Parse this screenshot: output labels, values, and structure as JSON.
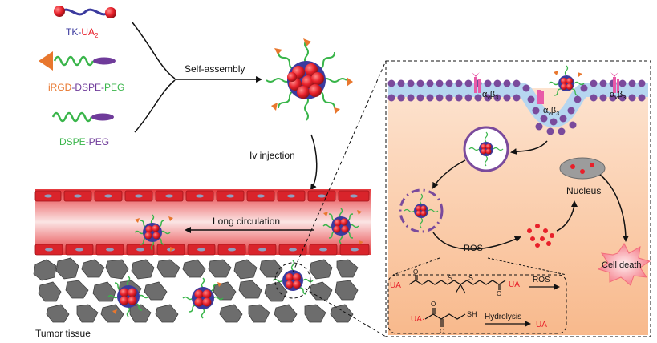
{
  "components": {
    "tk_ua2": {
      "prefix": "TK-",
      "main": "UA",
      "sub": "2"
    },
    "irgd_dspe_peg": {
      "part1": "iRGD",
      "part2": "-DSPE-",
      "part3": "PEG"
    },
    "dspe_peg": {
      "part1": "DSPE",
      "part2": "-PEG"
    }
  },
  "labels": {
    "self_assembly": "Self-assembly",
    "iv_injection": "Iv injection",
    "long_circulation": "Long circulation",
    "tumor_tissue": "Tumor tissue",
    "nucleus": "Nucleus",
    "ros": "ROS",
    "cell_death": "Cell death",
    "integrin": {
      "alpha": "α",
      "alpha_sub": "v",
      "beta": "β",
      "beta_sub": "3"
    }
  },
  "reaction": {
    "ua": "UA",
    "ua_dot": "UA·",
    "s": "S",
    "sh": "SH",
    "o": "O",
    "ros": "ROS",
    "hydrolysis": "Hydrolysis"
  },
  "colors": {
    "ua_red": "#e8202a",
    "tk_blue": "#3b3a9e",
    "irgd_orange": "#e8772e",
    "peg_green": "#39b54a",
    "dspe_purple": "#6f3b9a",
    "membrane_purple": "#7a4a9c",
    "cell_bg": "#fbc9a5",
    "vessel_red": "#d9242b",
    "tumor_gray": "#6d6d6d"
  }
}
